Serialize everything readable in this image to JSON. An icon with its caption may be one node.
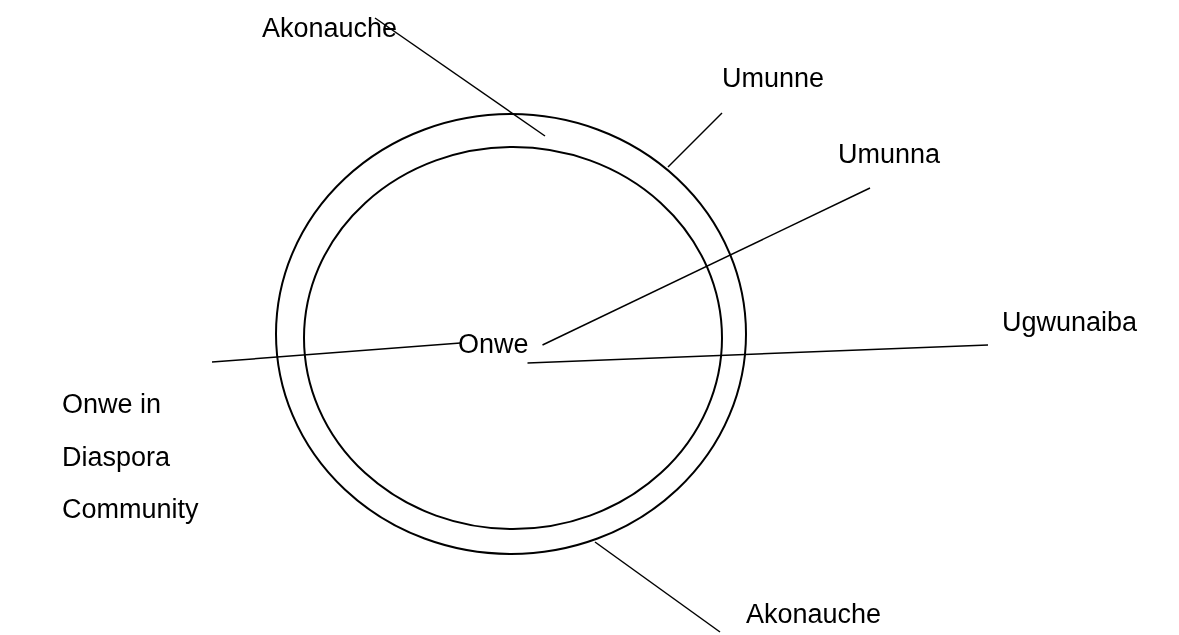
{
  "diagram": {
    "nodes": [
      {
        "text": [],
        "shape": "circle"
      },
      {
        "text": [],
        "shape": "circle",
        "in": 0
      },
      {
        "text": [
          "Onwe"
        ],
        "in": 1
      },
      {
        "text": [
          "Akonauche"
        ]
      },
      {
        "text": [
          "Umunne"
        ]
      },
      {
        "text": [
          "Umunna"
        ]
      },
      {
        "text": [
          "Ugwunaiba"
        ]
      },
      {
        "text": [
          "Onwe in Diaspora Community"
        ]
      },
      {
        "text": [
          "Akonauche"
        ]
      }
    ],
    "edges": [
      {
        "from": 3,
        "to": 0,
        "arrow": "none"
      },
      {
        "from": 4,
        "to": 0,
        "arrow": "none"
      },
      {
        "from": 5,
        "to": 2,
        "arrow": "none"
      },
      {
        "from": 6,
        "to": 2,
        "arrow": "none"
      },
      {
        "from": 7,
        "to": 2,
        "arrow": "none"
      },
      {
        "from": 8,
        "to": 0,
        "arrow": "none"
      }
    ]
  }
}
